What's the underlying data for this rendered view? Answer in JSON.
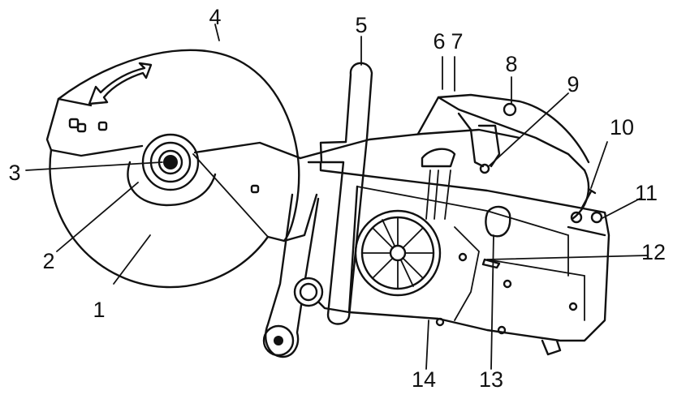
{
  "diagram": {
    "callouts": [
      {
        "id": "c1",
        "text": "1"
      },
      {
        "id": "c2",
        "text": "2"
      },
      {
        "id": "c3",
        "text": "3"
      },
      {
        "id": "c4",
        "text": "4"
      },
      {
        "id": "c5",
        "text": "5"
      },
      {
        "id": "c6",
        "text": "6"
      },
      {
        "id": "c7",
        "text": "7"
      },
      {
        "id": "c8",
        "text": "8"
      },
      {
        "id": "c9",
        "text": "9"
      },
      {
        "id": "c10",
        "text": "10"
      },
      {
        "id": "c11",
        "text": "11"
      },
      {
        "id": "c12",
        "text": "12"
      },
      {
        "id": "c13",
        "text": "13"
      },
      {
        "id": "c14",
        "text": "14"
      }
    ],
    "colors": {
      "line": "#111111",
      "background": "#ffffff"
    }
  }
}
